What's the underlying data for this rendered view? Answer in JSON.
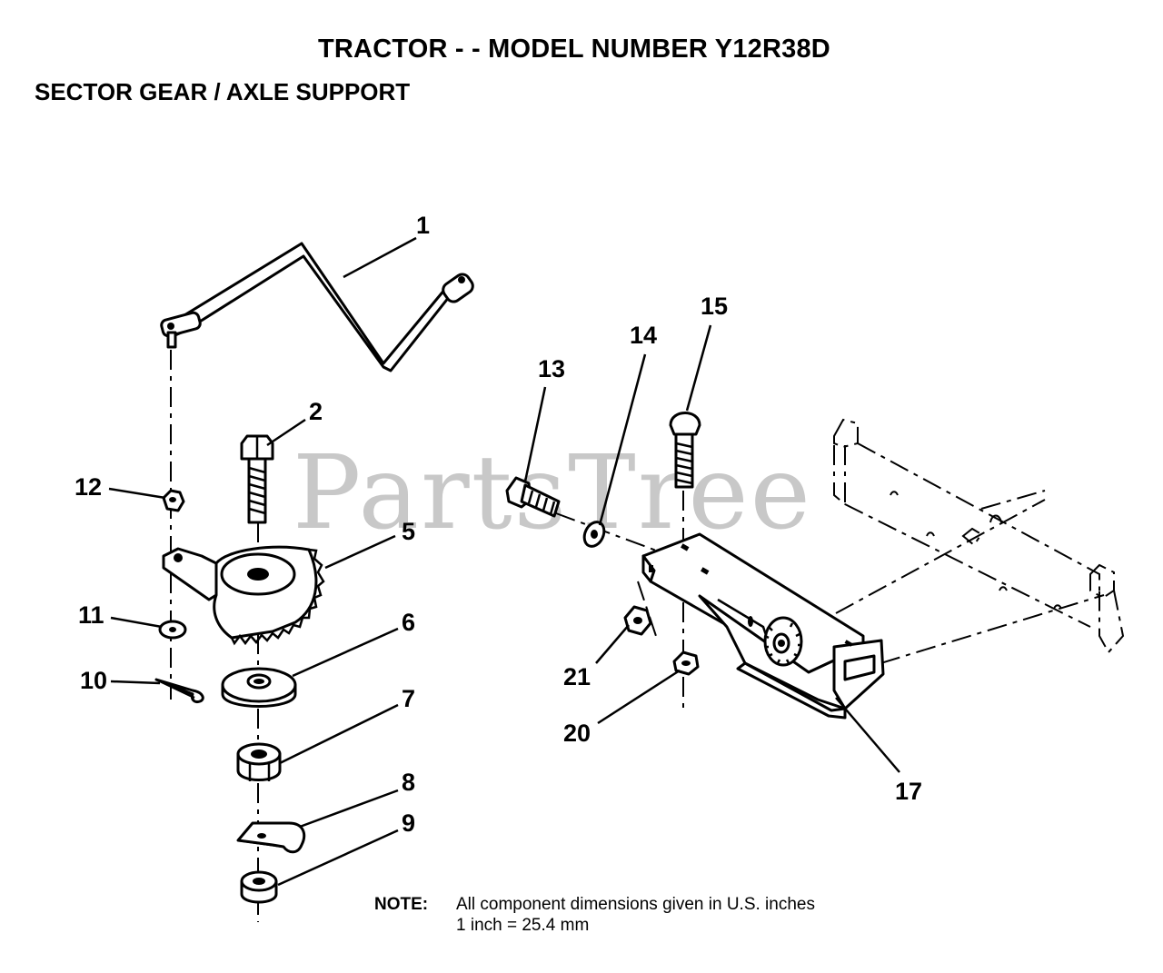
{
  "header": {
    "title": "TRACTOR - - MODEL NUMBER Y12R38D",
    "subtitle": "SECTOR GEAR / AXLE SUPPORT"
  },
  "watermark": "PartsTree",
  "parts": {
    "p1": "1",
    "p2": "2",
    "p5": "5",
    "p6": "6",
    "p7": "7",
    "p8": "8",
    "p9": "9",
    "p10": "10",
    "p11": "11",
    "p12": "12",
    "p13": "13",
    "p14": "14",
    "p15": "15",
    "p17": "17",
    "p20": "20",
    "p21": "21"
  },
  "note": {
    "label": "NOTE:",
    "line1": "All component dimensions given in U.S. inches",
    "line2": "1 inch = 25.4 mm"
  }
}
